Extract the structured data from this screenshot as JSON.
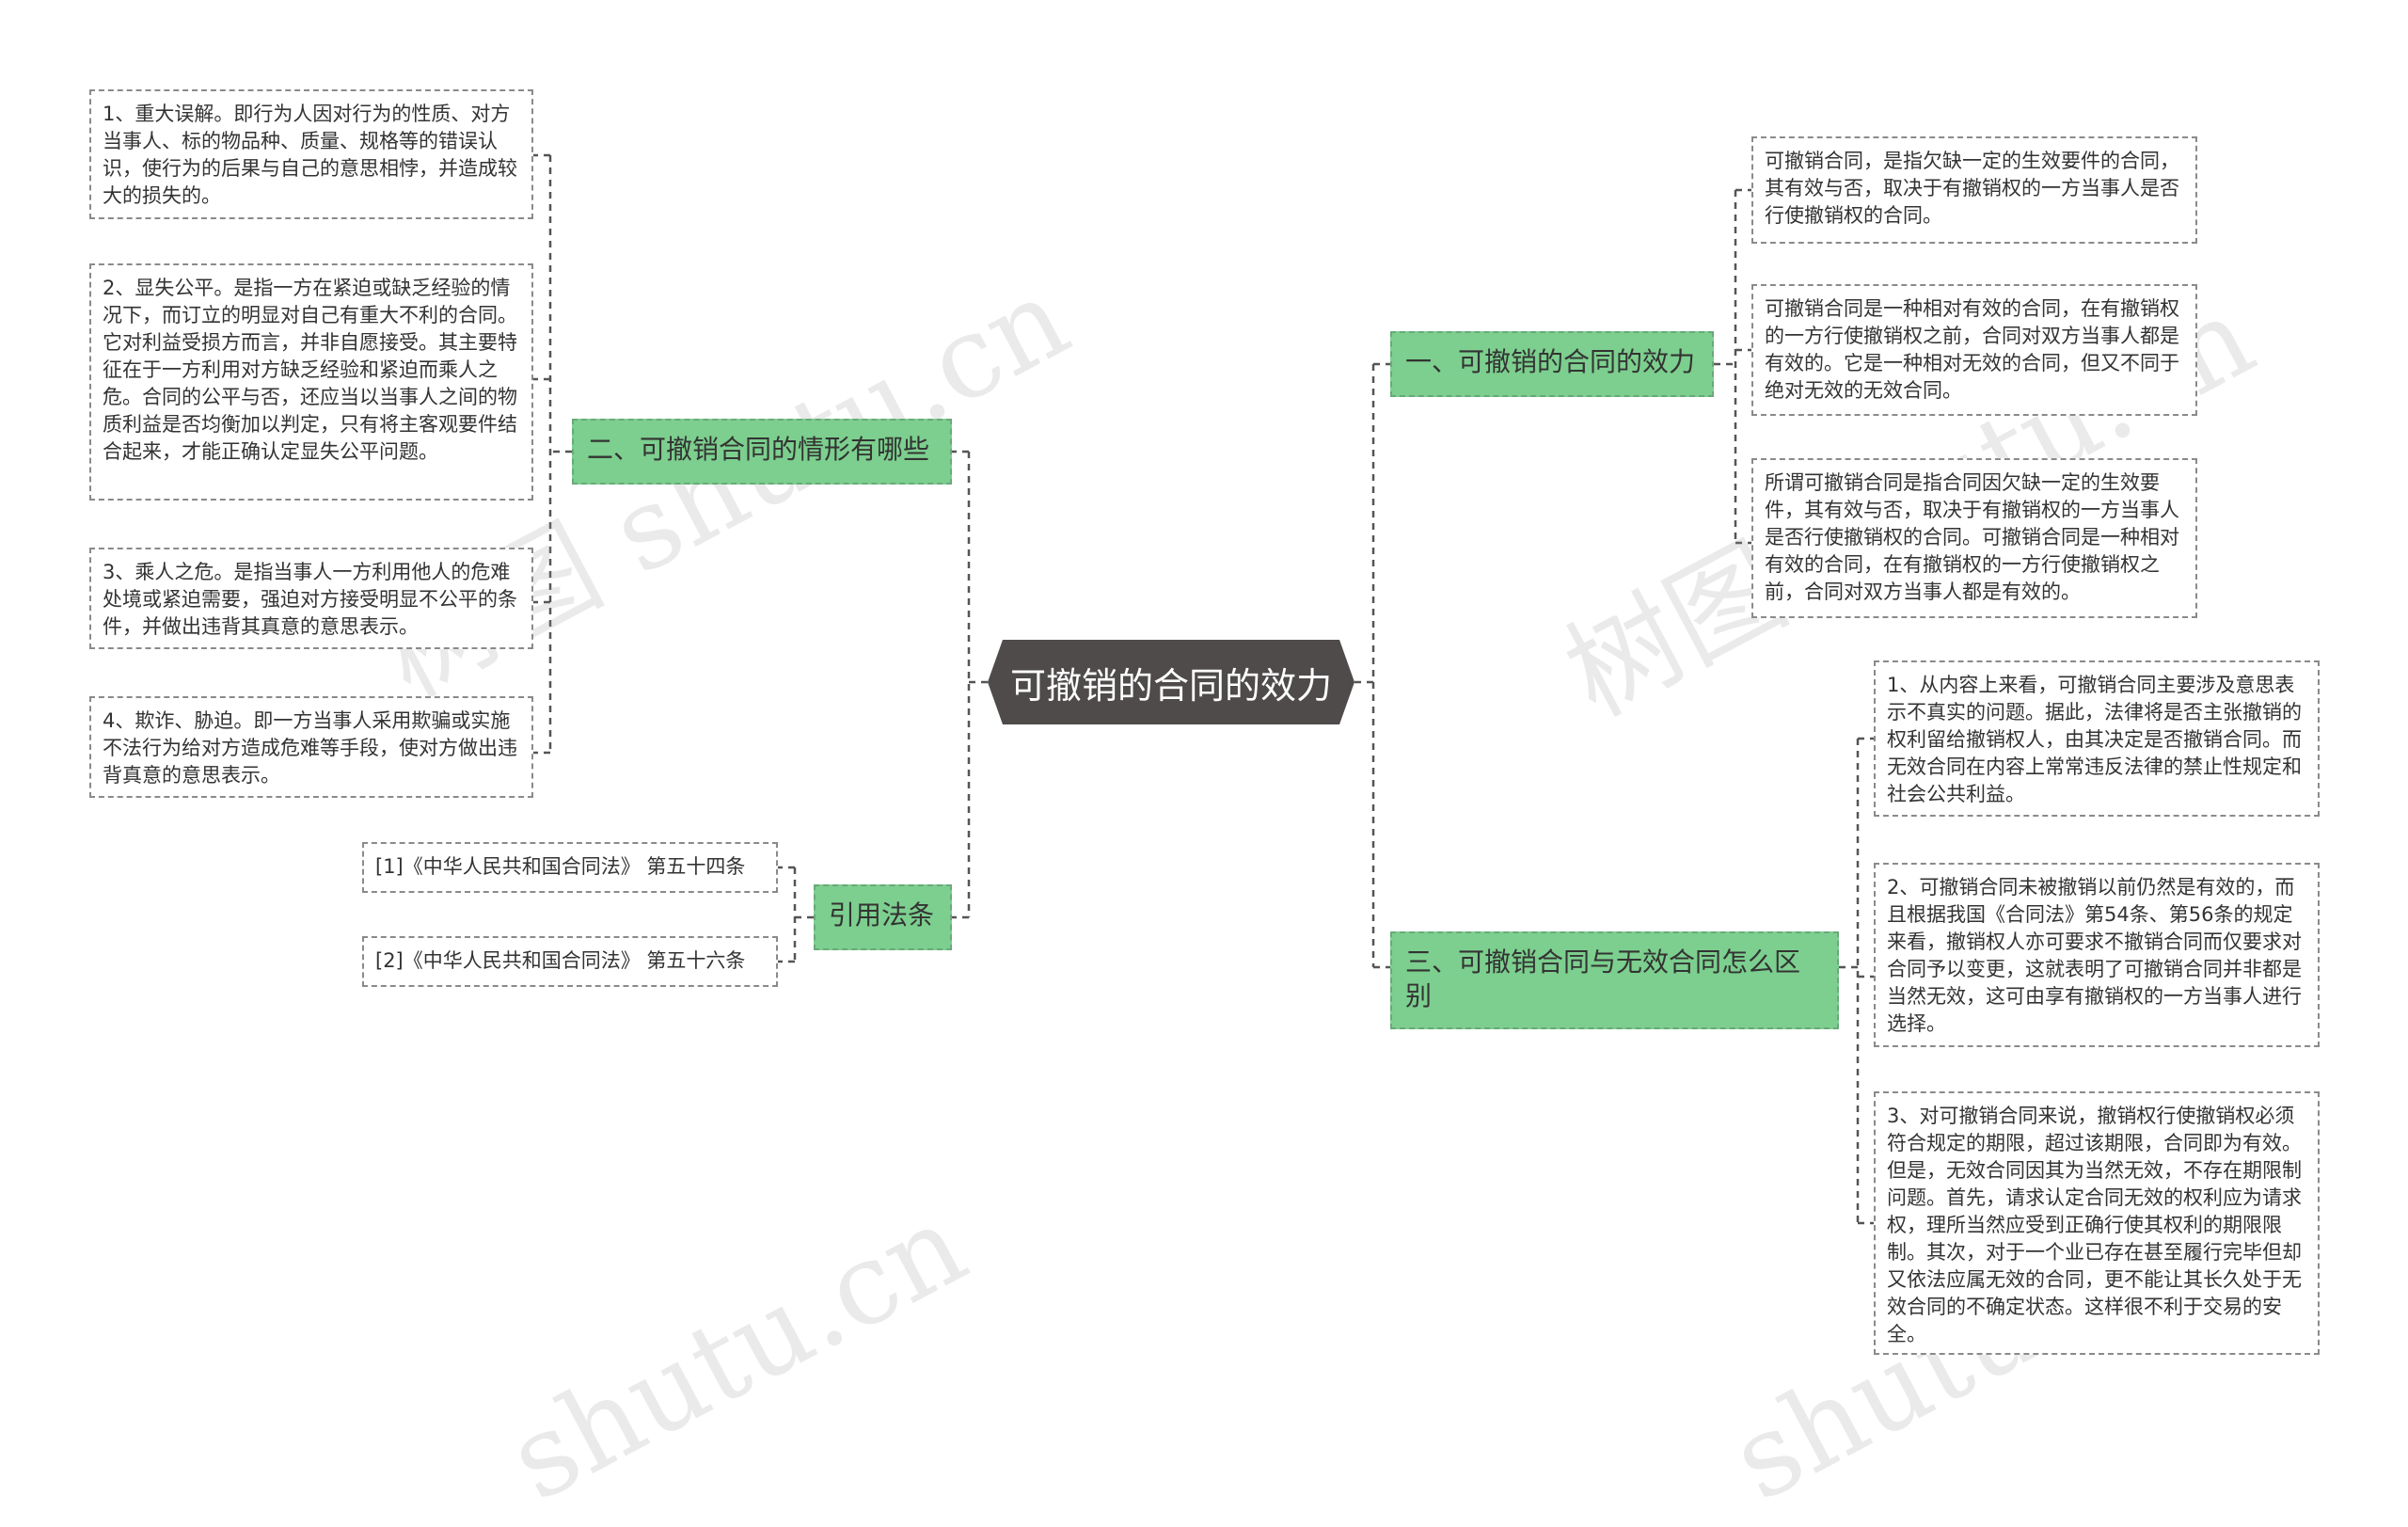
{
  "root": {
    "title": "可撤销的合同的效力"
  },
  "branches": {
    "effect": {
      "title": "一、可撤销的合同的效力",
      "items": [
        "可撤销合同，是指欠缺一定的生效要件的合同，其有效与否，取决于有撤销权的一方当事人是否行使撤销权的合同。",
        "可撤销合同是一种相对有效的合同，在有撤销权的一方行使撤销权之前，合同对双方当事人都是有效的。它是一种相对无效的合同，但又不同于绝对无效的无效合同。",
        "所谓可撤销合同是指合同因欠缺一定的生效要件，其有效与否，取决于有撤销权的一方当事人是否行使撤销权的合同。可撤销合同是一种相对有效的合同，在有撤销权的一方行使撤销权之前，合同对双方当事人都是有效的。"
      ]
    },
    "cases": {
      "title": "二、可撤销合同的情形有哪些",
      "items": [
        "1、重大误解。即行为人因对行为的性质、对方当事人、标的物品种、质量、规格等的错误认识，使行为的后果与自己的意思相悖，并造成较大的损失的。",
        "2、显失公平。是指一方在紧迫或缺乏经验的情况下，而订立的明显对自己有重大不利的合同。它对利益受损方而言，并非自愿接受。其主要特征在于一方利用对方缺乏经验和紧迫而乘人之危。合同的公平与否，还应当以当事人之间的物质利益是否均衡加以判定，只有将主客观要件结合起来，才能正确认定显失公平问题。",
        "3、乘人之危。是指当事人一方利用他人的危难处境或紧迫需要，强迫对方接受明显不公平的条件，并做出违背其真意的意思表示。",
        "4、欺诈、胁迫。即一方当事人采用欺骗或实施不法行为给对方造成危难等手段，使对方做出违背真意的意思表示。"
      ]
    },
    "diff": {
      "title": "三、可撤销合同与无效合同怎么区别",
      "items": [
        "1、从内容上来看，可撤销合同主要涉及意思表示不真实的问题。据此，法律将是否主张撤销的权利留给撤销权人，由其决定是否撤销合同。而无效合同在内容上常常违反法律的禁止性规定和社会公共利益。",
        "2、可撤销合同未被撤销以前仍然是有效的，而且根据我国《合同法》第54条、第56条的规定来看，撤销权人亦可要求不撤销合同而仅要求对合同予以变更，这就表明了可撤销合同并非都是当然无效，这可由享有撤销权的一方当事人进行选择。",
        "3、对可撤销合同来说，撤销权行使撤销权必须符合规定的期限，超过该期限，合同即为有效。但是，无效合同因其为当然无效，不存在期限制问题。首先，请求认定合同无效的权利应为请求权，理所当然应受到正确行使其权利的期限限制。其次，对于一个业已存在甚至履行完毕但却又依法应属无效的合同，更不能让其长久处于无效合同的不确定状态。这样很不利于交易的安全。"
      ]
    },
    "laws": {
      "title": "引用法条",
      "items": [
        "[1]《中华人民共和国合同法》 第五十四条",
        "[2]《中华人民共和国合同法》 第五十六条"
      ]
    }
  },
  "watermarks": [
    "树图 shutu.cn",
    "树图 shutu.cn",
    "shutu.cn",
    "shutu.cn"
  ],
  "colors": {
    "branch_fill": "#7ccf8e",
    "root_fill": "#4f4b4b",
    "line": "#555555"
  }
}
